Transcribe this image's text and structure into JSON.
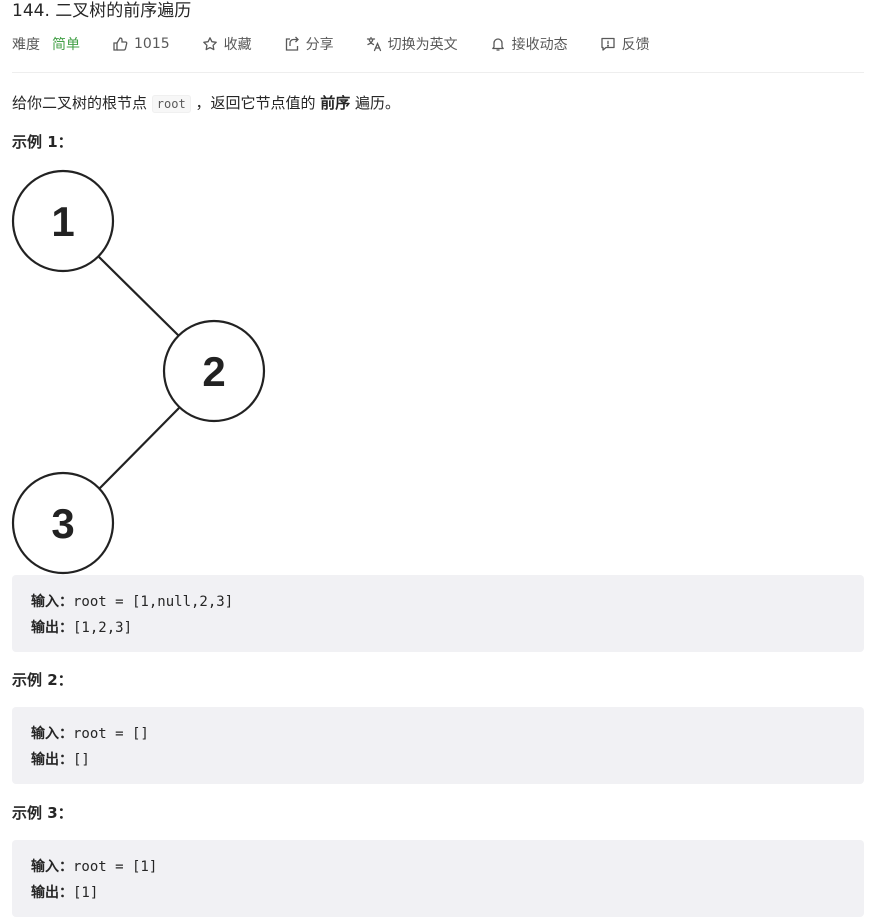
{
  "problem": {
    "title": "144. 二叉树的前序遍历",
    "difficulty_label": "难度",
    "difficulty": "简单",
    "likes": "1015",
    "favorite": "收藏",
    "share": "分享",
    "translate": "切换为英文",
    "subscribe": "接收动态",
    "feedback": "反馈"
  },
  "description": {
    "prefix": "给你二叉树的根节点 ",
    "code": "root",
    "middle": " ，返回它节点值的 ",
    "bold": "前序",
    "suffix": " 遍历。"
  },
  "examples": [
    {
      "title": "示例 1：",
      "input_label": "输入：",
      "input": "root = [1,null,2,3]",
      "output_label": "输出：",
      "output": "[1,2,3]",
      "tree": {
        "nodes": [
          "1",
          "2",
          "3"
        ]
      }
    },
    {
      "title": "示例 2：",
      "input_label": "输入：",
      "input": "root = []",
      "output_label": "输出：",
      "output": "[]"
    },
    {
      "title": "示例 3：",
      "input_label": "输入：",
      "input": "root = [1]",
      "output_label": "输出：",
      "output": "[1]"
    }
  ]
}
